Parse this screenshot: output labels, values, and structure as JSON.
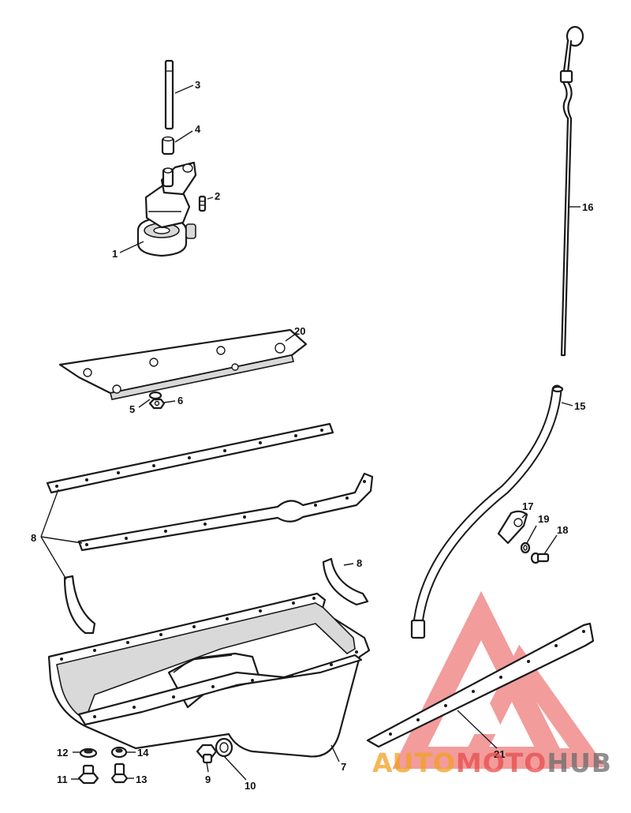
{
  "callouts": [
    {
      "id": "c1",
      "text": "1"
    },
    {
      "id": "c2",
      "text": "2"
    },
    {
      "id": "c3",
      "text": "3"
    },
    {
      "id": "c4",
      "text": "4"
    },
    {
      "id": "c5",
      "text": "5"
    },
    {
      "id": "c6",
      "text": "6"
    },
    {
      "id": "c7",
      "text": "7"
    },
    {
      "id": "c8a",
      "text": "8"
    },
    {
      "id": "c8b",
      "text": "8"
    },
    {
      "id": "c9",
      "text": "9"
    },
    {
      "id": "c10",
      "text": "10"
    },
    {
      "id": "c11",
      "text": "11"
    },
    {
      "id": "c12",
      "text": "12"
    },
    {
      "id": "c13",
      "text": "13"
    },
    {
      "id": "c14",
      "text": "14"
    },
    {
      "id": "c15",
      "text": "15"
    },
    {
      "id": "c16",
      "text": "16"
    },
    {
      "id": "c17",
      "text": "17"
    },
    {
      "id": "c18",
      "text": "18"
    },
    {
      "id": "c19",
      "text": "19"
    },
    {
      "id": "c20",
      "text": "20"
    },
    {
      "id": "c21",
      "text": "21"
    }
  ],
  "watermark": {
    "part1": "AUTO",
    "part2": "MOTO",
    "part3": "HUB",
    "color_primary": "#f2a020",
    "color_secondary": "#e84d4d",
    "color_tertiary": "#6b6b6b"
  }
}
